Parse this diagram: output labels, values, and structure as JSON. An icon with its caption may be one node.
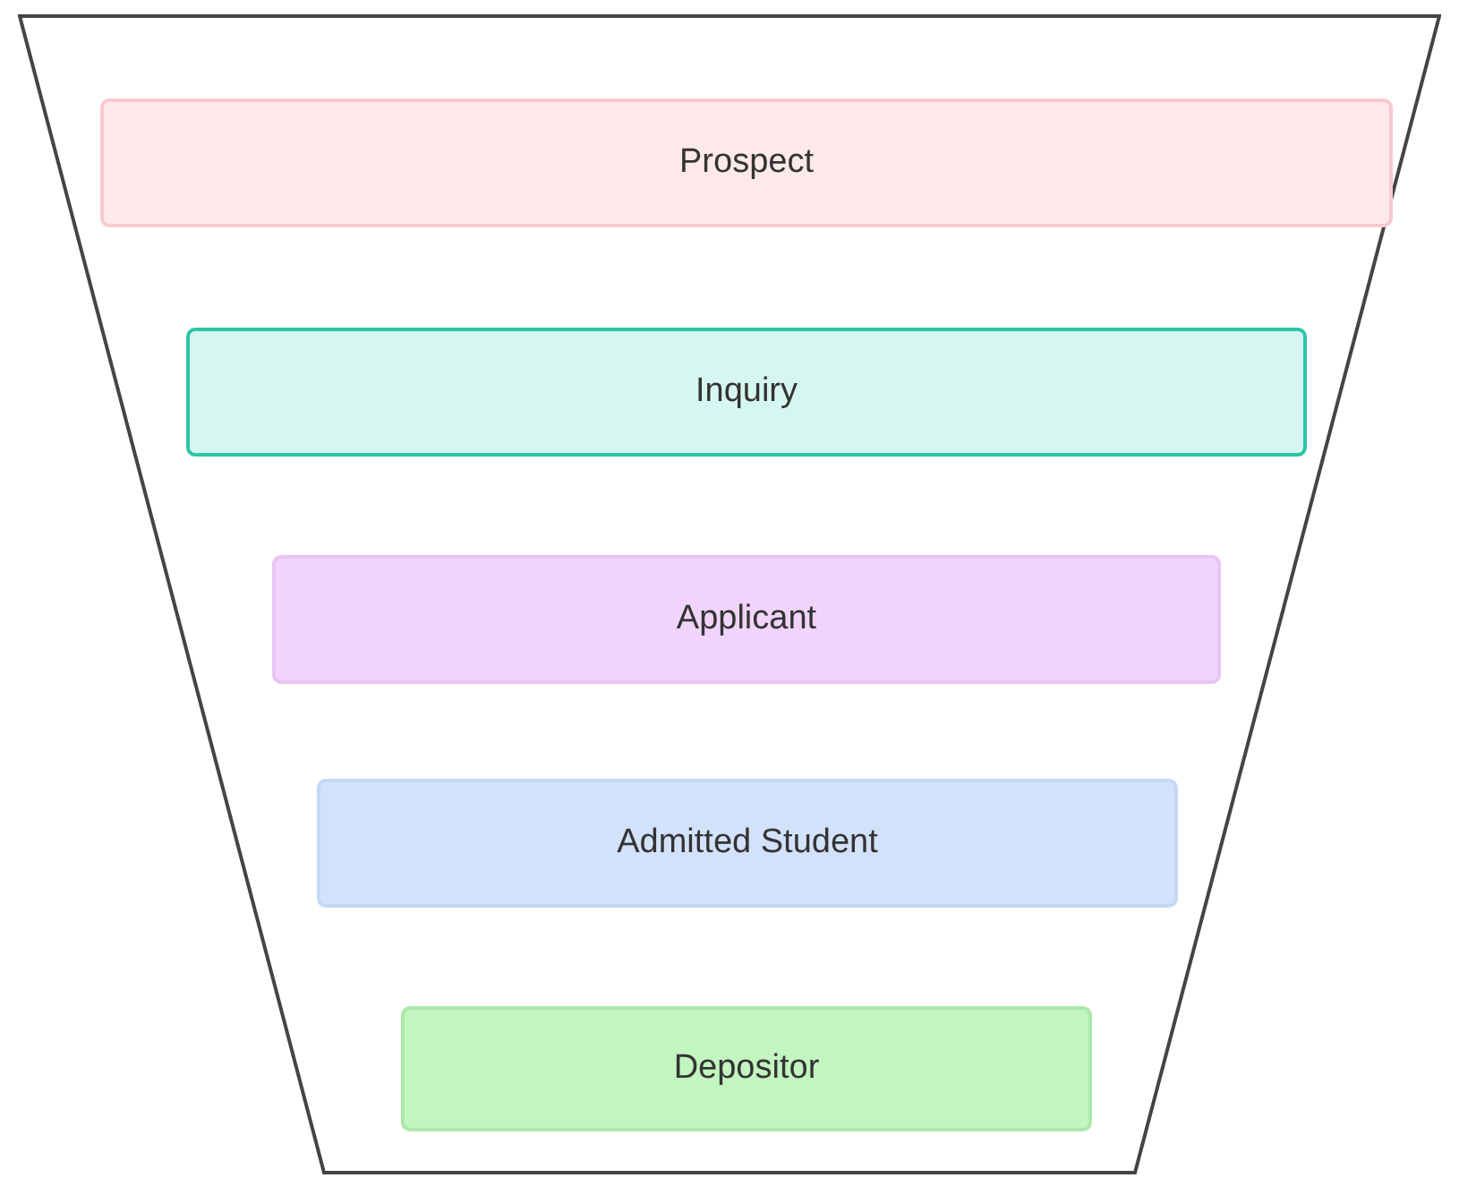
{
  "diagram": {
    "nodes": [
      {
        "text": [],
        "shape": "trapezoid"
      },
      {
        "text": [
          "Prospect"
        ],
        "in": 0
      },
      {
        "text": [
          "Inquiry"
        ],
        "in": 0
      },
      {
        "text": [
          "Applicant"
        ],
        "in": 0
      },
      {
        "text": [
          "Admitted Student"
        ],
        "in": 0
      },
      {
        "text": [
          "Depositor"
        ],
        "in": 0
      }
    ]
  }
}
